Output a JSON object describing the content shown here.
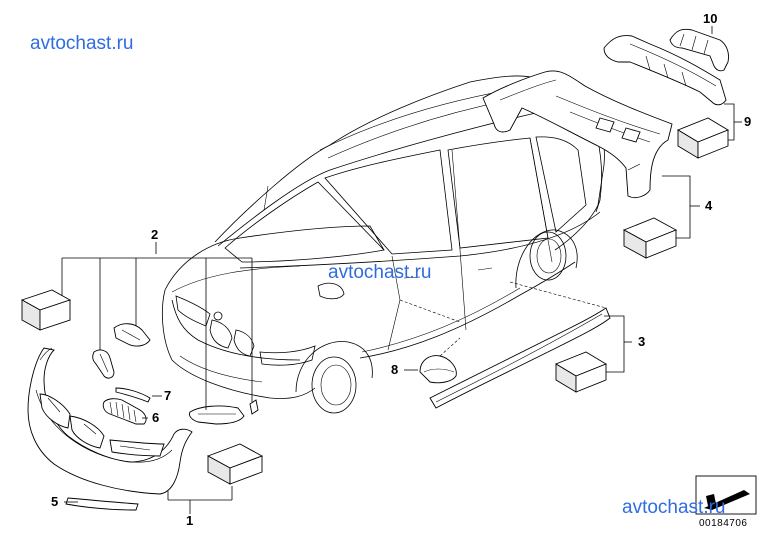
{
  "watermarks": [
    "avtochast.ru",
    "avtochast.ru",
    "avtochast.ru"
  ],
  "callouts": {
    "c1": "1",
    "c2": "2",
    "c3": "3",
    "c4": "4",
    "c5": "5",
    "c6": "6",
    "c7": "7",
    "c8": "8",
    "c9": "9",
    "c10": "10"
  },
  "diagram_id": "00184706"
}
